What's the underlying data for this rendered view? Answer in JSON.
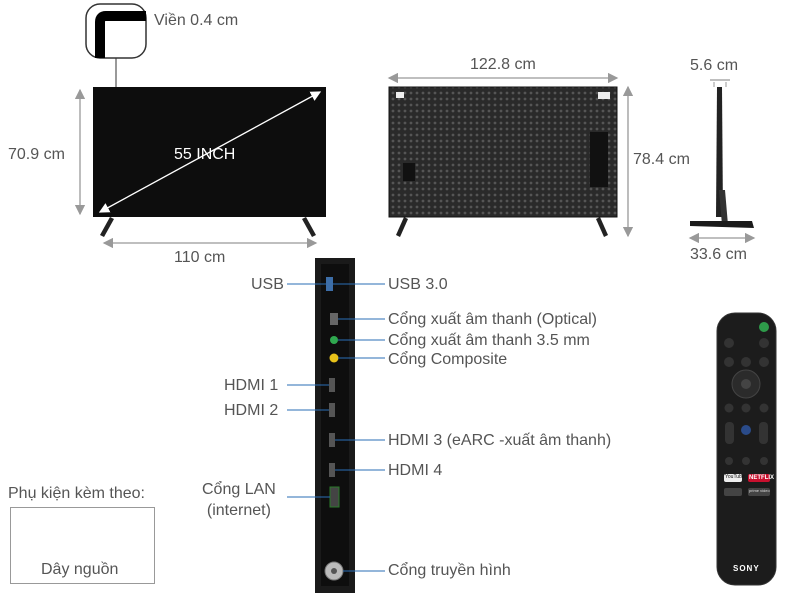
{
  "front": {
    "bezel_label": "Viền 0.4 cm",
    "height_label": "70.9 cm",
    "diagonal_label": "55 INCH",
    "width_label": "110 cm"
  },
  "back": {
    "width_label": "122.8 cm",
    "height_label": "78.4 cm"
  },
  "side": {
    "depth_label": "5.6 cm",
    "stand_depth_label": "33.6 cm"
  },
  "ports": {
    "left": {
      "usb": "USB",
      "hdmi1": "HDMI 1",
      "hdmi2": "HDMI 2",
      "lan": "Cổng LAN\n(internet)"
    },
    "right": {
      "usb3": "USB 3.0",
      "optical": "Cổng xuất âm thanh (Optical)",
      "audio35": "Cổng xuất âm thanh 3.5 mm",
      "composite": "Cổng Composite",
      "hdmi3": "HDMI 3 (eARC -xuất âm thanh)",
      "hdmi4": "HDMI 4",
      "antenna": "Cổng truyền hình"
    }
  },
  "accessories": {
    "title": "Phụ kiện kèm theo:",
    "item": "Dây nguồn"
  },
  "remote": {
    "brand": "SONY",
    "netflix": "NETFLIX",
    "youtube": "YouTube",
    "prime": "prime video"
  },
  "colors": {
    "screen": "#0d0d0d",
    "dim_line": "#999999",
    "port_line": "#2a6db5"
  }
}
